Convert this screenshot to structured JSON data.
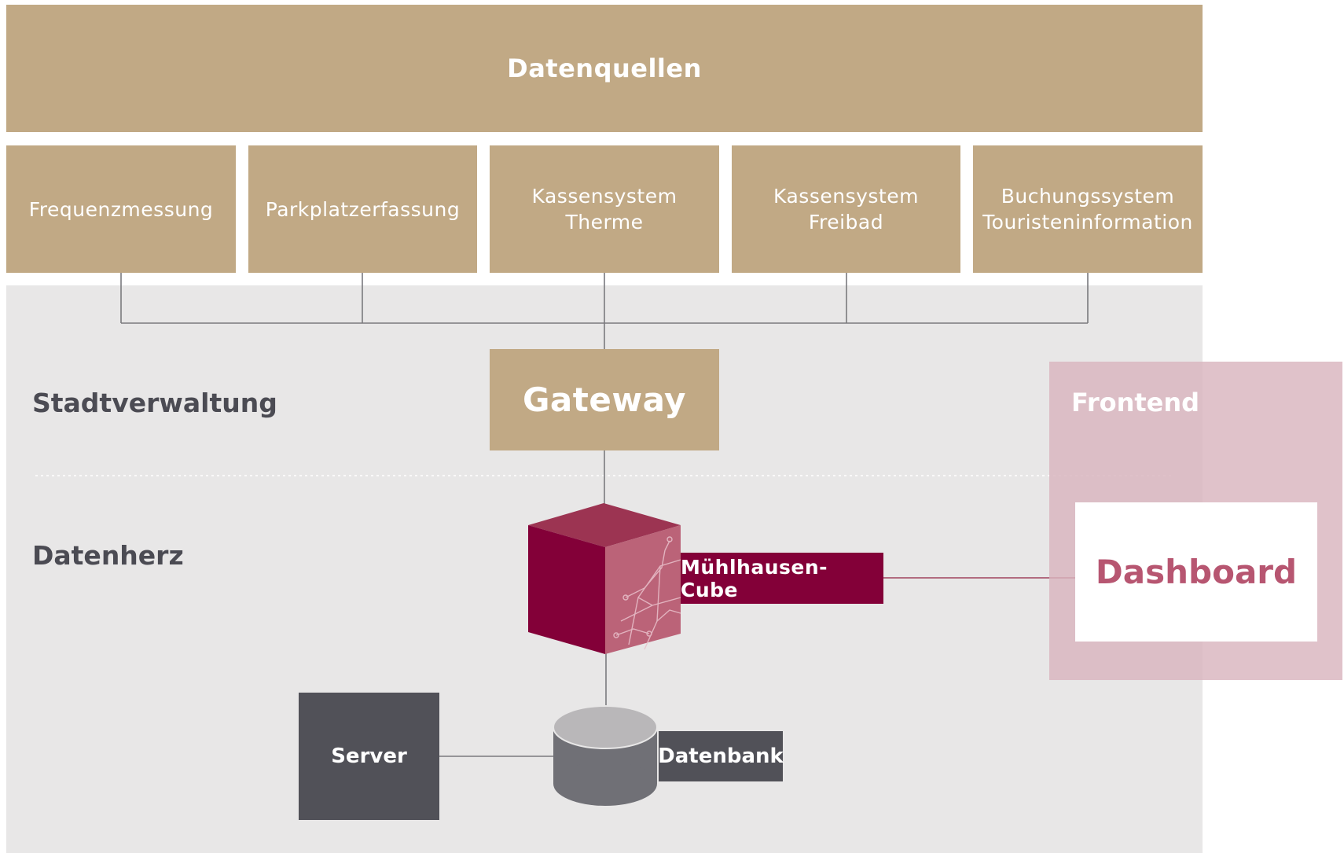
{
  "header": {
    "title": "Datenquellen"
  },
  "sources": [
    {
      "label": "Frequenzmessung"
    },
    {
      "label": "Parkplatzerfassung"
    },
    {
      "label": "Kassensystem\nTherme"
    },
    {
      "label": "Kassensystem\nFreibad"
    },
    {
      "label": "Buchungssystem\nTouristeninformation"
    }
  ],
  "zones": {
    "stadtverwaltung": "Stadtverwaltung",
    "datenherz": "Datenherz"
  },
  "gateway": {
    "label": "Gateway"
  },
  "cube": {
    "label": "Mühlhausen-Cube"
  },
  "frontend": {
    "title": "Frontend",
    "dashboard": "Dashboard"
  },
  "server": {
    "label": "Server"
  },
  "database": {
    "label": "Datenbank"
  },
  "colors": {
    "source_tan": "#c1a985",
    "zone_grey": "#e8e7e7",
    "cube_crimson": "#830038",
    "frontend_pink": "#d9b4be",
    "dark_grey": "#515158"
  }
}
